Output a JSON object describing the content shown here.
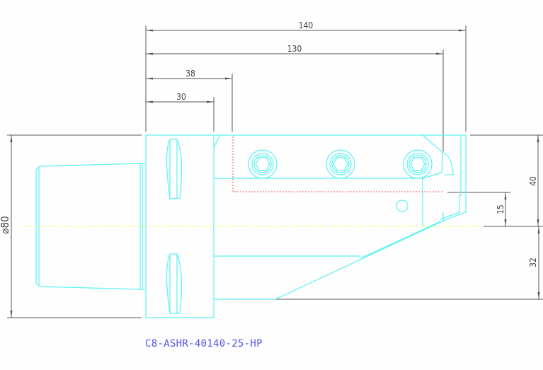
{
  "drawing": {
    "part_number": "C8-ASHR-40140-25-HP",
    "colors": {
      "part_outline": "#5ef2f2",
      "dimension": "#555555",
      "centerline": "#ffff66",
      "hidden_line": "#ee5555",
      "label": "#5555ee",
      "background": "#fdfefd"
    },
    "dimensions": {
      "horizontal": [
        {
          "id": "overall_length",
          "value": "140"
        },
        {
          "id": "to_cutter_face",
          "value": "130"
        },
        {
          "id": "to_slot",
          "value": "38"
        },
        {
          "id": "flange_width",
          "value": "30"
        }
      ],
      "vertical": [
        {
          "id": "shank_diameter",
          "value": "⌀80"
        },
        {
          "id": "upper_height",
          "value": "40"
        },
        {
          "id": "tool_height_offset",
          "value": "15"
        },
        {
          "id": "lower_height",
          "value": "32"
        }
      ]
    },
    "features": {
      "clamp_screws": 3,
      "shank_type": "Capto C8"
    }
  }
}
